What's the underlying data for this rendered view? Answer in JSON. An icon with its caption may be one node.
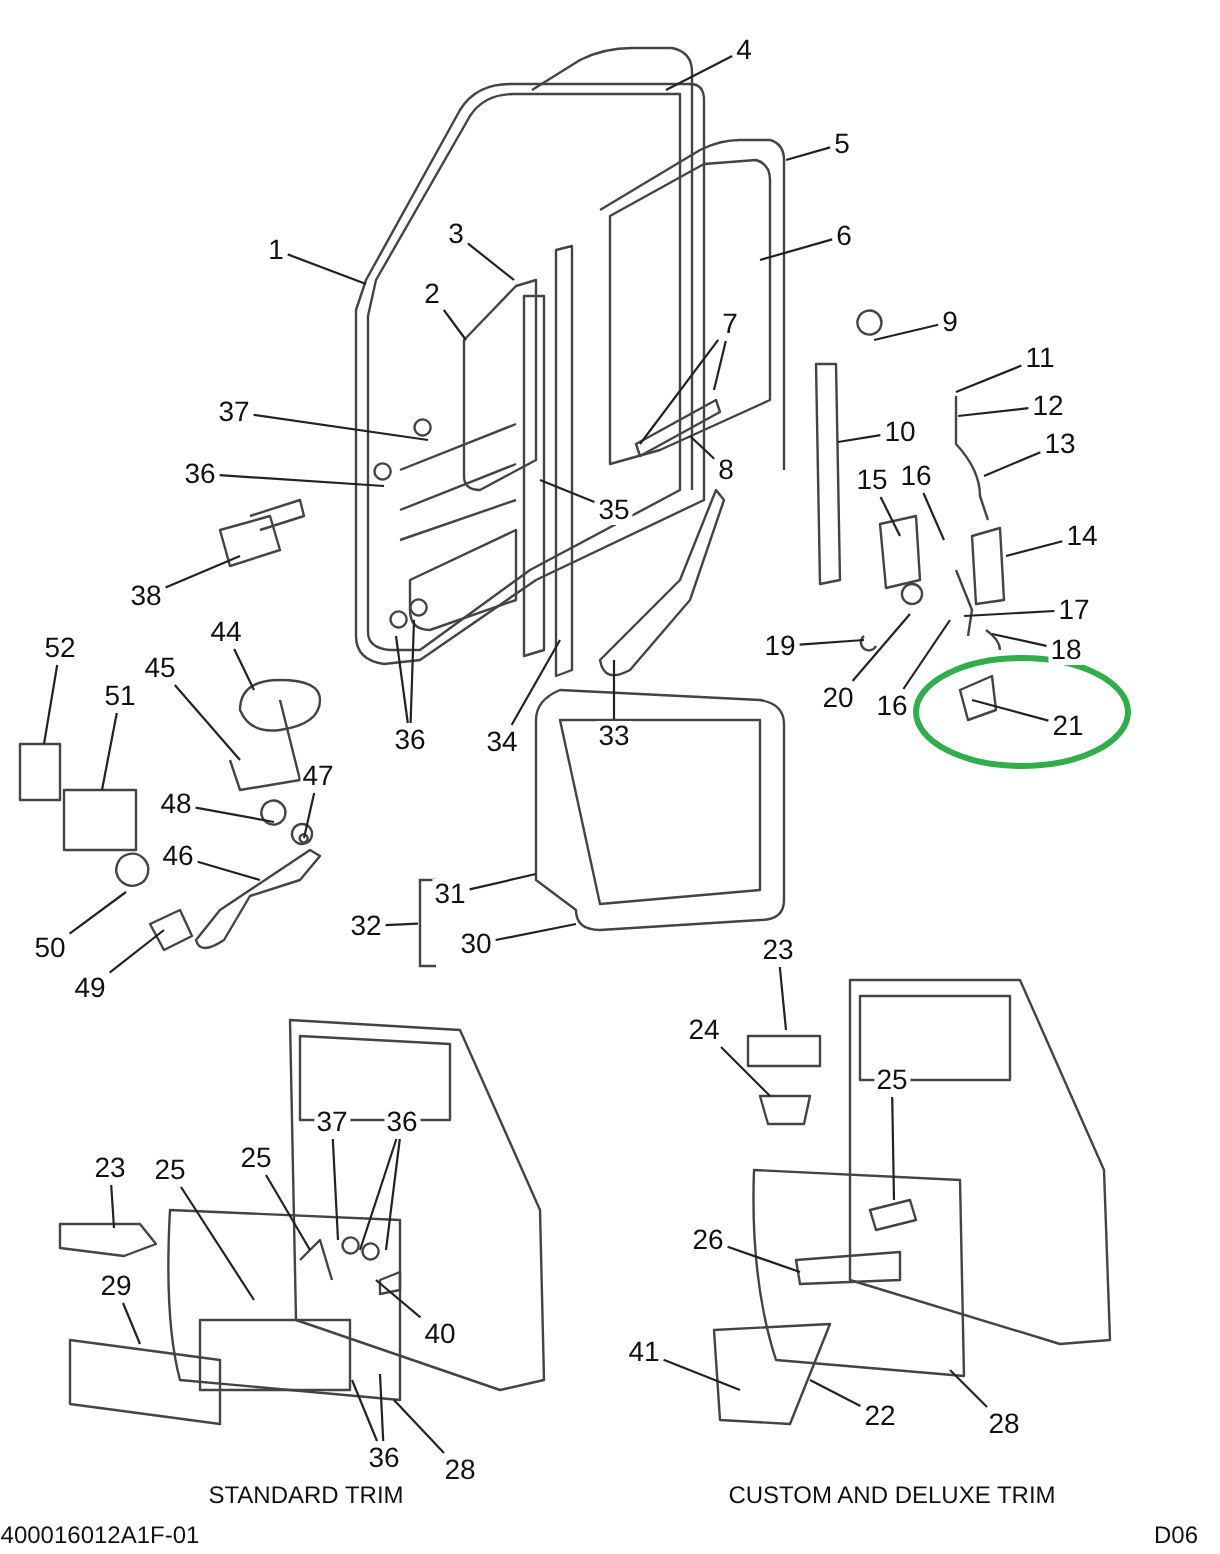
{
  "diagram": {
    "nodes": [
      {
        "text": [
          "1"
        ]
      },
      {
        "text": [
          "2"
        ]
      },
      {
        "text": [
          "3"
        ]
      },
      {
        "text": [
          "4"
        ]
      },
      {
        "text": [
          "5"
        ]
      },
      {
        "text": [
          "6"
        ]
      },
      {
        "text": [
          "7"
        ]
      },
      {
        "text": [
          "8"
        ]
      },
      {
        "text": [
          "9"
        ]
      },
      {
        "text": [
          "10"
        ]
      },
      {
        "text": [
          "11"
        ]
      },
      {
        "text": [
          "12"
        ]
      },
      {
        "text": [
          "13"
        ]
      },
      {
        "text": [
          "14"
        ]
      },
      {
        "text": [
          "15"
        ]
      },
      {
        "text": [
          "16"
        ]
      },
      {
        "text": [
          "17"
        ]
      },
      {
        "text": [
          "18"
        ]
      },
      {
        "text": [
          "19"
        ]
      },
      {
        "text": [
          "20"
        ]
      },
      {
        "text": [
          "16"
        ]
      },
      {
        "text": [
          "21"
        ]
      },
      {
        "text": [
          "33"
        ]
      },
      {
        "text": [
          "34"
        ]
      },
      {
        "text": [
          "35"
        ]
      },
      {
        "text": [
          "36"
        ]
      },
      {
        "text": [
          "37"
        ]
      },
      {
        "text": [
          "38"
        ]
      },
      {
        "text": [
          "36"
        ]
      },
      {
        "text": [
          "44"
        ]
      },
      {
        "text": [
          "45"
        ]
      },
      {
        "text": [
          "52"
        ]
      },
      {
        "text": [
          "51"
        ]
      },
      {
        "text": [
          "47"
        ]
      },
      {
        "text": [
          "48"
        ]
      },
      {
        "text": [
          "46"
        ]
      },
      {
        "text": [
          "50"
        ]
      },
      {
        "text": [
          "49"
        ]
      },
      {
        "text": [
          "31"
        ]
      },
      {
        "text": [
          "30"
        ]
      },
      {
        "text": [
          "23"
        ]
      },
      {
        "text": [
          "25"
        ]
      },
      {
        "text": [
          "25"
        ]
      },
      {
        "text": [
          "37"
        ]
      },
      {
        "text": [
          "36"
        ]
      },
      {
        "text": [
          "40"
        ]
      },
      {
        "text": [
          "29"
        ]
      },
      {
        "text": [
          "36"
        ]
      },
      {
        "text": [
          "28"
        ]
      },
      {
        "text": [
          "23"
        ]
      },
      {
        "text": [
          "24"
        ]
      },
      {
        "text": [
          "25"
        ]
      },
      {
        "text": [
          "26"
        ]
      },
      {
        "text": [
          "41"
        ]
      },
      {
        "text": [
          "22"
        ]
      },
      {
        "text": [
          "28"
        ]
      },
      {
        "text": [
          "32"
        ]
      },
      {
        "text": [],
        "shape": "bracket"
      }
    ],
    "edges": [
      {
        "from": 0,
        "to": null,
        "arrow": "none"
      },
      {
        "from": 1,
        "to": null,
        "arrow": "none"
      },
      {
        "from": 2,
        "to": null,
        "arrow": "none"
      },
      {
        "from": 3,
        "to": null,
        "arrow": "none"
      },
      {
        "from": 4,
        "to": null,
        "arrow": "none"
      },
      {
        "from": 5,
        "to": null,
        "arrow": "none"
      },
      {
        "from": 6,
        "to": null,
        "arrow": "none"
      },
      {
        "from": 6,
        "to": null,
        "arrow": "none"
      },
      {
        "from": 7,
        "to": null,
        "arrow": "none"
      },
      {
        "from": 8,
        "to": null,
        "arrow": "none"
      },
      {
        "from": 9,
        "to": null,
        "arrow": "none"
      },
      {
        "from": 10,
        "to": null,
        "arrow": "none"
      },
      {
        "from": 11,
        "to": null,
        "arrow": "none"
      },
      {
        "from": 12,
        "to": null,
        "arrow": "none"
      },
      {
        "from": 13,
        "to": null,
        "arrow": "none"
      },
      {
        "from": 14,
        "to": null,
        "arrow": "none"
      },
      {
        "from": 15,
        "to": null,
        "arrow": "none"
      },
      {
        "from": 16,
        "to": null,
        "arrow": "none"
      },
      {
        "from": 17,
        "to": null,
        "arrow": "none"
      },
      {
        "from": 18,
        "to": null,
        "arrow": "none"
      },
      {
        "from": 19,
        "to": null,
        "arrow": "none"
      },
      {
        "from": 20,
        "to": null,
        "arrow": "none"
      },
      {
        "from": 21,
        "to": null,
        "arrow": "none"
      },
      {
        "from": 22,
        "to": null,
        "arrow": "none"
      },
      {
        "from": 23,
        "to": null,
        "arrow": "none"
      },
      {
        "from": 24,
        "to": null,
        "arrow": "none"
      },
      {
        "from": 25,
        "to": null,
        "arrow": "none"
      },
      {
        "from": 26,
        "to": null,
        "arrow": "none"
      },
      {
        "from": 27,
        "to": null,
        "arrow": "none"
      },
      {
        "from": 28,
        "to": null,
        "arrow": "none"
      },
      {
        "from": 28,
        "to": null,
        "arrow": "none"
      },
      {
        "from": 29,
        "to": null,
        "arrow": "none"
      },
      {
        "from": 30,
        "to": null,
        "arrow": "none"
      },
      {
        "from": 31,
        "to": null,
        "arrow": "none"
      },
      {
        "from": 32,
        "to": null,
        "arrow": "none"
      },
      {
        "from": 33,
        "to": null,
        "arrow": "none"
      },
      {
        "from": 34,
        "to": null,
        "arrow": "none"
      },
      {
        "from": 35,
        "to": null,
        "arrow": "none"
      },
      {
        "from": 36,
        "to": null,
        "arrow": "none"
      },
      {
        "from": 37,
        "to": null,
        "arrow": "none"
      },
      {
        "from": 38,
        "to": null,
        "arrow": "none"
      },
      {
        "from": 39,
        "to": null,
        "arrow": "none"
      },
      {
        "from": 40,
        "to": null,
        "arrow": "none"
      },
      {
        "from": 41,
        "to": null,
        "arrow": "none"
      },
      {
        "from": 42,
        "to": null,
        "arrow": "none"
      },
      {
        "from": 43,
        "to": null,
        "arrow": "none"
      },
      {
        "from": 44,
        "to": null,
        "arrow": "none"
      },
      {
        "from": 44,
        "to": null,
        "arrow": "none"
      },
      {
        "from": 45,
        "to": null,
        "arrow": "none"
      },
      {
        "from": 46,
        "to": null,
        "arrow": "none"
      },
      {
        "from": 47,
        "to": null,
        "arrow": "none"
      },
      {
        "from": 47,
        "to": null,
        "arrow": "none"
      },
      {
        "from": 48,
        "to": null,
        "arrow": "none"
      },
      {
        "from": 49,
        "to": null,
        "arrow": "none"
      },
      {
        "from": 50,
        "to": null,
        "arrow": "none"
      },
      {
        "from": 51,
        "to": null,
        "arrow": "none"
      },
      {
        "from": 52,
        "to": null,
        "arrow": "none"
      },
      {
        "from": 53,
        "to": null,
        "arrow": "none"
      },
      {
        "from": 54,
        "to": null,
        "arrow": "none"
      },
      {
        "from": 55,
        "to": null,
        "arrow": "none"
      },
      {
        "from": 56,
        "to": 57,
        "arrow": "none"
      }
    ],
    "labels": [
      "STANDARD TRIM",
      "CUSTOM AND DELUXE TRIM",
      "400016012A1F-01",
      "D06"
    ]
  }
}
